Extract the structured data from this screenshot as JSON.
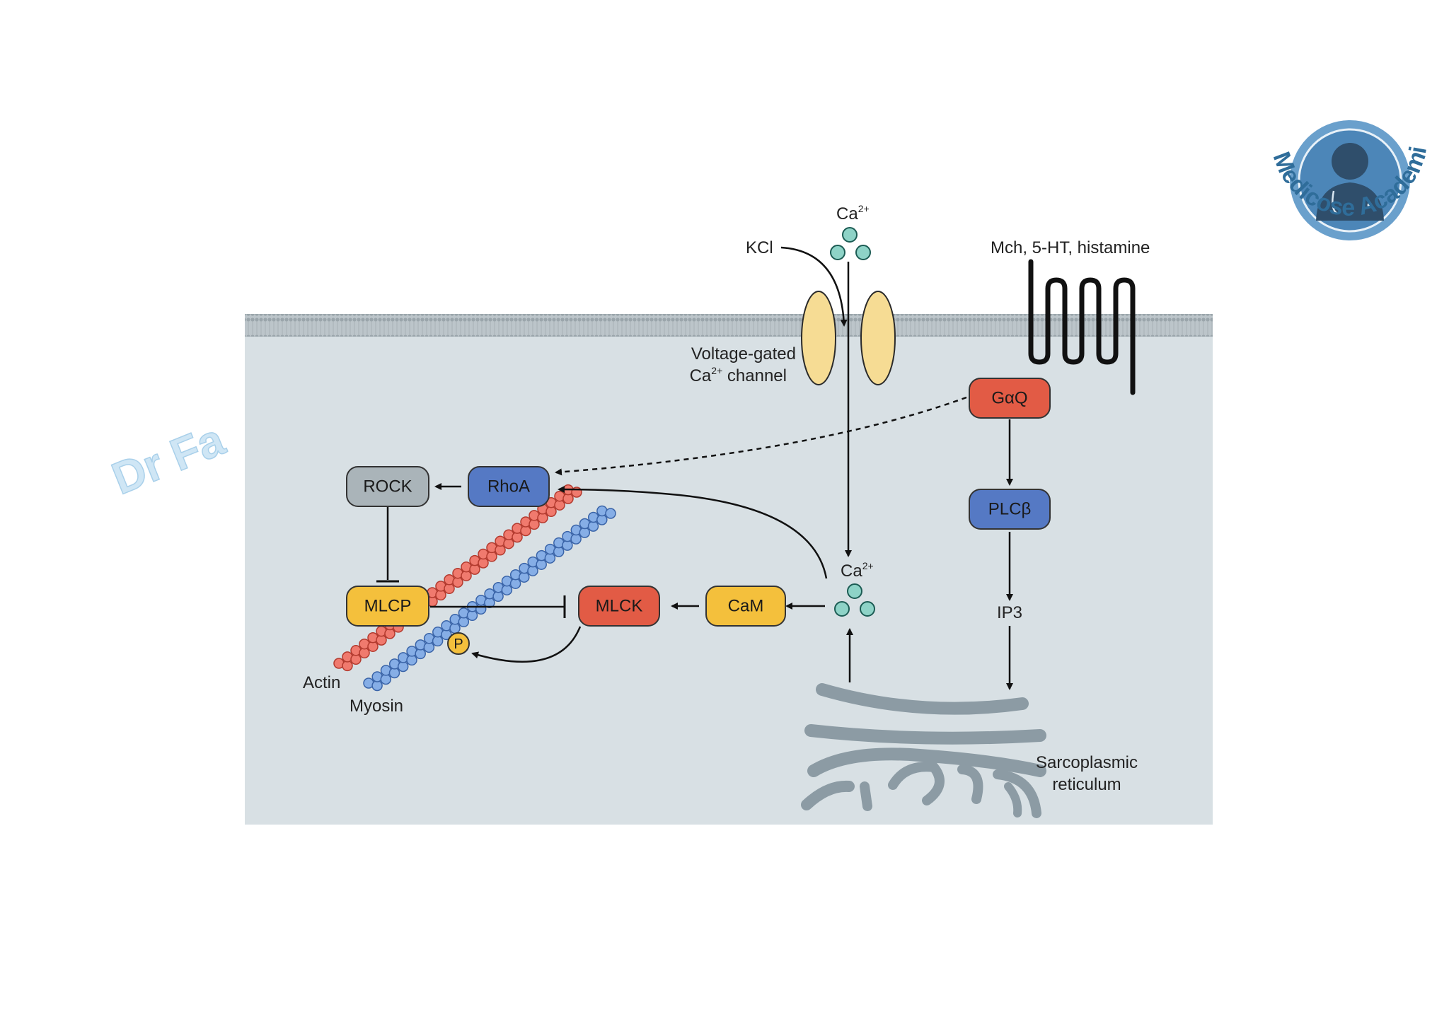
{
  "labels": {
    "kcl": "KCl",
    "ca_outer": "Ca",
    "ca_inner": "Ca",
    "ca_superscript": "2+",
    "channel_line1": "Voltage-gated",
    "channel_line2_prefix": "Ca",
    "channel_line2_suffix": " channel",
    "receptor_ligands": "Mch, 5-HT, histamine",
    "ip3": "IP3",
    "actin": "Actin",
    "myosin": "Myosin",
    "phosphate": "P",
    "sr_line1": "Sarcoplasmic",
    "sr_line2": "reticulum"
  },
  "nodes": {
    "gaq": "GαQ",
    "plcb": "PLCβ",
    "rhoa": "RhoA",
    "rock": "ROCK",
    "mlcp": "MLCP",
    "mlck": "MLCK",
    "cam": "CaM"
  },
  "watermark": {
    "text": "Dr Fa",
    "logo_text": "Medicose Academics"
  },
  "colors": {
    "cytoplasm": "#d8e0e4",
    "membrane": "#b4bec3",
    "red_node": "#e25b45",
    "blue_node": "#5579c4",
    "gray_node": "#aab4b9",
    "yellow_node": "#f4c03c",
    "channel": "#f6dc94",
    "ca_ion": "#8ed3c7",
    "actin": "#f07a6e",
    "myosin": "#86aee6",
    "sr": "#8c9ba4"
  }
}
